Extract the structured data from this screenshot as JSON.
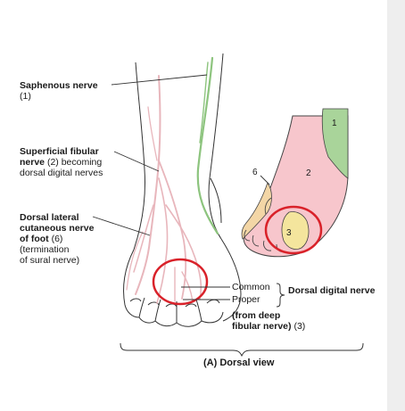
{
  "labels": {
    "saphenous": {
      "name": "Saphenous nerve",
      "num": "(1)"
    },
    "superficial": {
      "name_line1": "Superficial fibular",
      "name_line2_bold": "nerve",
      "name_line2_rest": " (2) becoming",
      "line3": "dorsal digital nerves"
    },
    "dorsal_lateral": {
      "line1": "Dorsal lateral",
      "line2": "cutaneous nerve",
      "line3_bold": "of foot",
      "line3_rest": " (6)",
      "line4": "(termination",
      "line5": "of sural nerve)"
    },
    "common": "Common",
    "proper": "Proper",
    "dorsal_digital": "Dorsal digital nerve",
    "deep_fibular": {
      "line1": "(from deep",
      "line2_bold": "fibular nerve)",
      "line2_rest": " (3)"
    },
    "caption": "(A) Dorsal view"
  },
  "region_numbers": {
    "r1": "1",
    "r2": "2",
    "r3": "3",
    "r6": "6"
  },
  "colors": {
    "region_1_green": "#a9d49a",
    "region_2_pink": "#f7c6cc",
    "region_3_yellow": "#f4e59d",
    "region_6_tan": "#f3d6a6",
    "highlight_circle": "#d9222a",
    "nerve_pink": "#e8b6bc",
    "nerve_green": "#8dc47e"
  }
}
